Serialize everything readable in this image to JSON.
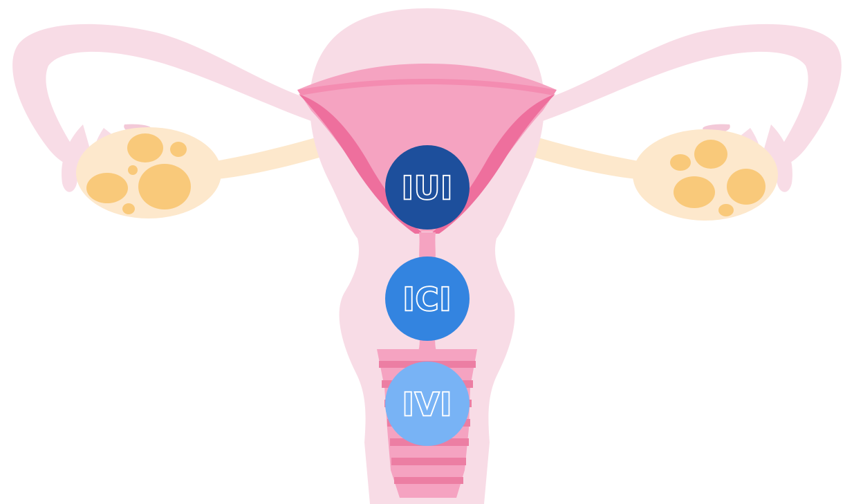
{
  "diagram": {
    "colors": {
      "tissue": "#f8dce6",
      "tissue_outline": "#f3c9d8",
      "cavity": "#f5a3c1",
      "cavity_wall": "#ee6f9d",
      "canal_stripe": "#ec7ea3",
      "ovary": "#fde8cc",
      "follicle": "#f9c97a"
    },
    "markers": [
      {
        "label": "IUI",
        "color": "#1d4f9c"
      },
      {
        "label": "ICI",
        "color": "#3384e0"
      },
      {
        "label": "IVI",
        "color": "#78b3f5"
      }
    ]
  }
}
